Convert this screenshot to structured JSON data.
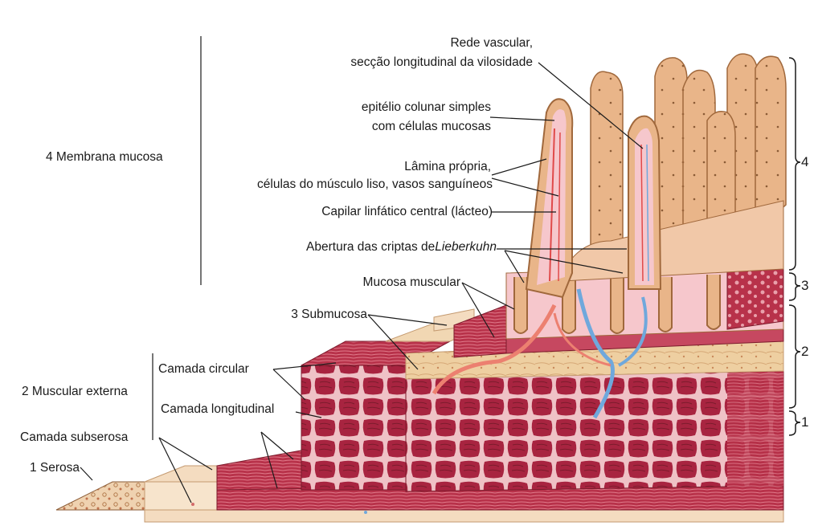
{
  "colors": {
    "muscle": "#b8324a",
    "muscle_dark": "#7c1b2c",
    "muscle_light": "#e07a8a",
    "submucosa": "#eecfa1",
    "villus": "#e9b589",
    "villus_edge": "#a0683c",
    "lamina": "#f6c7cc",
    "vessel_red": "#e04a4a",
    "vessel_blue": "#6fa8dc",
    "serosa": "#f4dcc0",
    "line": "#1a1a1a"
  },
  "labels": {
    "rede_vascular_1": "Rede vascular,",
    "rede_vascular_2": "secção longitudinal da vilosidade",
    "epitelio_1": "epitélio colunar simples",
    "epitelio_2": "com células mucosas",
    "lamina_1": "Lâmina própria,",
    "lamina_2": "células do músculo liso, vasos sanguíneos",
    "capilar": "Capilar linfático central (lácteo)",
    "abertura_prefix": "Abertura das criptas de",
    "abertura_italic": "Lieberkuhn",
    "mucosa_muscular": "Mucosa muscular",
    "submucosa": "3 Submucosa",
    "membrana_mucosa": "4 Membrana mucosa",
    "muscular_externa": "2 Muscular externa",
    "camada_circular": "Camada circular",
    "camada_longitudinal": "Camada longitudinal",
    "camada_subserosa": "Camada subserosa",
    "serosa": "1 Serosa"
  },
  "right_scale": [
    "4",
    "3",
    "2",
    "1"
  ]
}
